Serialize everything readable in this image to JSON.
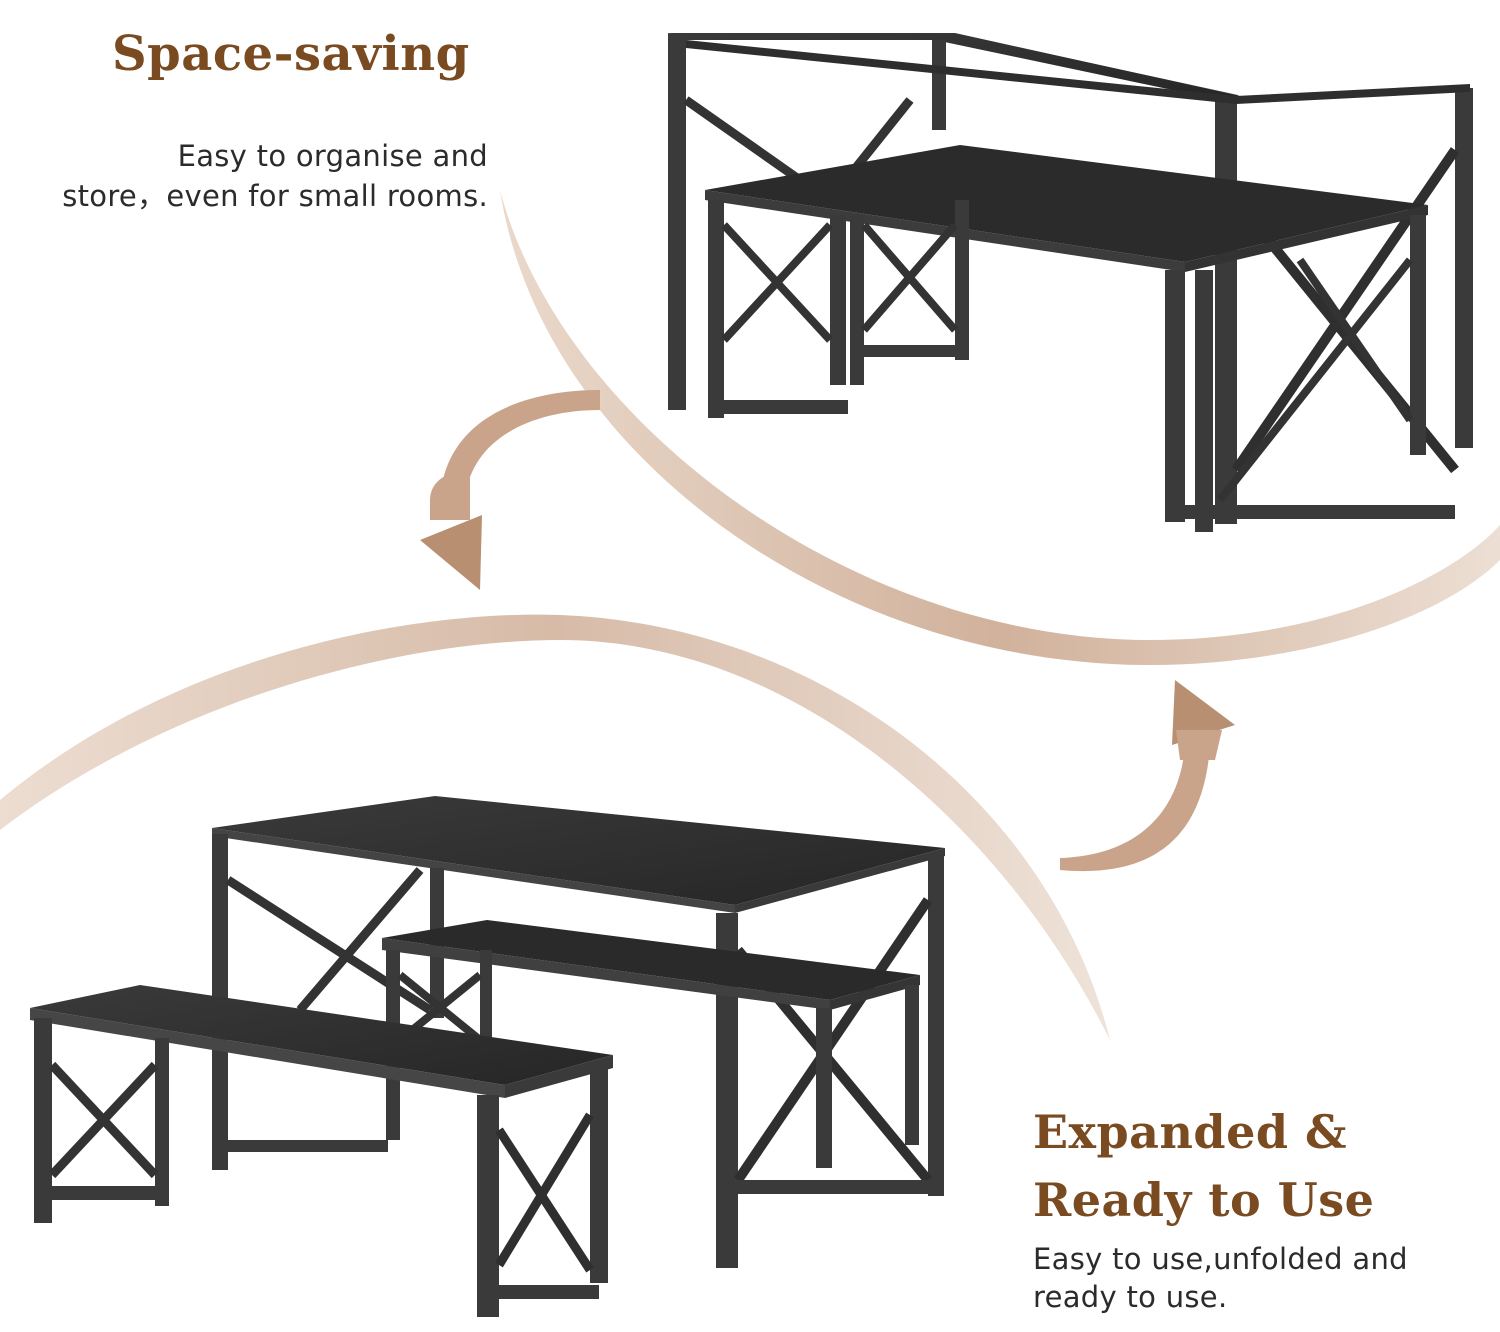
{
  "top_section": {
    "title": "Space-saving",
    "description_line1": "Easy to organise and",
    "description_line2": "store，even for small rooms."
  },
  "bottom_section": {
    "title_line1": "Expanded &",
    "title_line2": "Ready to Use",
    "description_line1": "Easy to use,unfolded and",
    "description_line2": "ready to use."
  },
  "colors": {
    "heading": "#7a4a20",
    "arrow": "#c9a488",
    "furniture_top": "#2e2e2e",
    "furniture_frame": "#3a3a3a"
  },
  "icons": [
    "curved-arrow-down-icon",
    "curved-arrow-up-icon"
  ]
}
